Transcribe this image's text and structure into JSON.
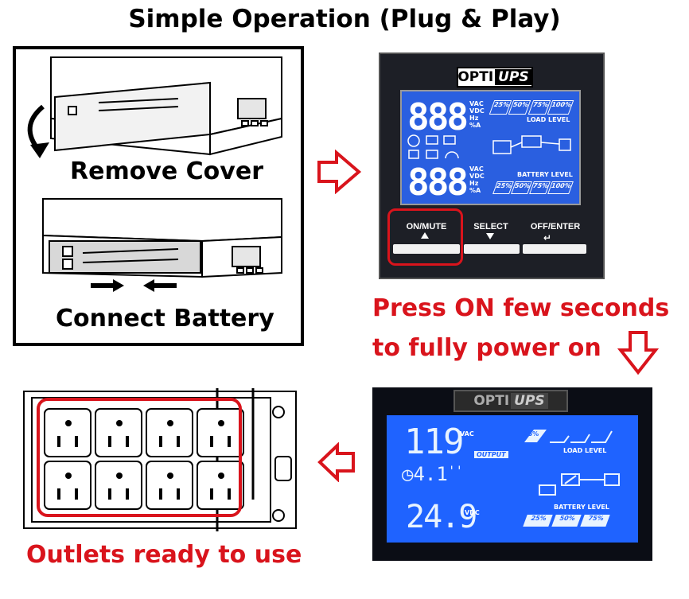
{
  "title": "Simple Operation (Plug & Play)",
  "step1": {
    "caption": "Remove Cover"
  },
  "step2": {
    "caption": "Connect Battery"
  },
  "panel1": {
    "logo_left": "OPTI",
    "logo_right": "UPS",
    "seg_top": "888",
    "seg_bottom": "888",
    "units_top": "VAC VDC Hz %A",
    "units_bottom": "VAC VDC Hz %A",
    "load_level": "LOAD LEVEL",
    "battery_level": "BATTERY LEVEL",
    "load_pcts": [
      "25%",
      "50%",
      "75%",
      "100%"
    ],
    "battery_pcts": [
      "25%",
      "50%",
      "75%",
      "100%"
    ],
    "buttons": [
      "ON/MUTE",
      "SELECT",
      "OFF/ENTER"
    ]
  },
  "press_text": {
    "line1": "Press ON few seconds",
    "line2": "to fully power on"
  },
  "panel2": {
    "logo_left": "OPTI",
    "logo_right": "UPS",
    "output_voltage": "119",
    "output_unit": "VAC",
    "output_label": "OUTPUT",
    "runtime": "4.1",
    "battery_voltage": "24.9",
    "battery_unit": "VDC",
    "load_level": "LOAD LEVEL",
    "battery_level": "BATTERY LEVEL",
    "load_pcts": [
      "25%"
    ],
    "battery_pcts": [
      "25%",
      "50%",
      "75%"
    ]
  },
  "outlets_caption": "Outlets ready to use",
  "colors": {
    "accent_red": "#d9141c",
    "lcd_blue": "#2a5fe0"
  }
}
